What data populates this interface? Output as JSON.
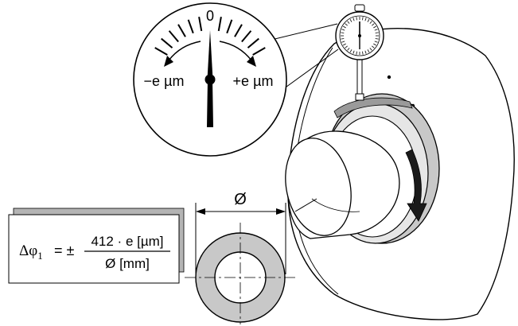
{
  "gauge_dial": {
    "zero_label": "0",
    "minus_label": "−e µm",
    "plus_label": "+e µm"
  },
  "ring_drawing": {
    "diameter_symbol": "Ø"
  },
  "formula": {
    "lhs": "Δφ",
    "lhs_subscript": "1",
    "operator": "= ±",
    "numerator": "412 · e [µm]",
    "denominator": "Ø [mm]"
  },
  "colors": {
    "machine_face": "#ffffff",
    "ring_grey": "#c8c8c8",
    "card_shadow": "#b4b4b4",
    "arrow": "#1a1a1a"
  }
}
